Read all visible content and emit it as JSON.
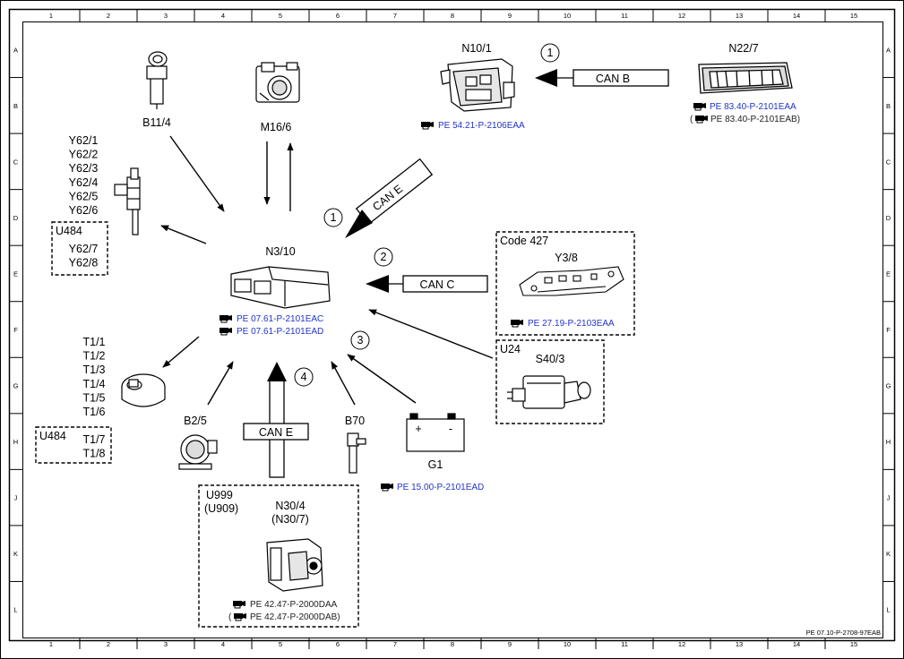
{
  "grid": {
    "columns": [
      "1",
      "2",
      "3",
      "4",
      "5",
      "6",
      "7",
      "8",
      "9",
      "10",
      "11",
      "12",
      "13",
      "14",
      "15"
    ],
    "rows": [
      "A",
      "B",
      "C",
      "D",
      "E",
      "F",
      "G",
      "H",
      "J",
      "K",
      "L"
    ]
  },
  "footer_code": "PE 07.10-P-2708-97EAB",
  "components": {
    "b11_4": "B11/4",
    "m16_6": "M16/6",
    "n10_1": "N10/1",
    "n22_7": "N22/7",
    "n3_10": "N3/10",
    "y62": [
      "Y62/1",
      "Y62/2",
      "Y62/3",
      "Y62/4",
      "Y62/5",
      "Y62/6"
    ],
    "y62_u484": [
      "Y62/7",
      "Y62/8"
    ],
    "t1": [
      "T1/1",
      "T1/2",
      "T1/3",
      "T1/4",
      "T1/5",
      "T1/6"
    ],
    "t1_u484": [
      "T1/7",
      "T1/8"
    ],
    "u484_a": "U484",
    "u484_b": "U484",
    "b2_5": "B2/5",
    "b70": "B70",
    "g1": "G1",
    "u999": "U999",
    "u909": "(U909)",
    "n30_4": "N30/4",
    "n30_7": "(N30/7)",
    "code427": "Code 427",
    "y3_8": "Y3/8",
    "u24": "U24",
    "s40_3": "S40/3",
    "battery_plus": "+",
    "battery_minus": "-"
  },
  "can_labels": {
    "can_b": "CAN B",
    "can_e_diag": "CAN E",
    "can_c": "CAN C",
    "can_e_vert": "CAN E"
  },
  "markers": {
    "m1_top": "1",
    "m1_mid": "1",
    "m2": "2",
    "m3": "3",
    "m4": "4"
  },
  "references": {
    "n10_1": "PE 54.21-P-2106EAA",
    "n22_7_a": "PE 83.40-P-2101EAA",
    "n22_7_b": "PE 83.40-P-2101EAB)",
    "n22_7_b_paren": "(",
    "n3_10_a": "PE 07.61-P-2101EAC",
    "n3_10_b": "PE 07.61-P-2101EAD",
    "y3_8": "PE 27.19-P-2103EAA",
    "g1": "PE 15.00-P-2101EAD",
    "n30_a": "PE 42.47-P-2000DAA",
    "n30_b": "PE 42.47-P-2000DAB)",
    "n30_b_paren": "("
  },
  "colors": {
    "reference_text": "#2233cc",
    "line": "#000000"
  }
}
